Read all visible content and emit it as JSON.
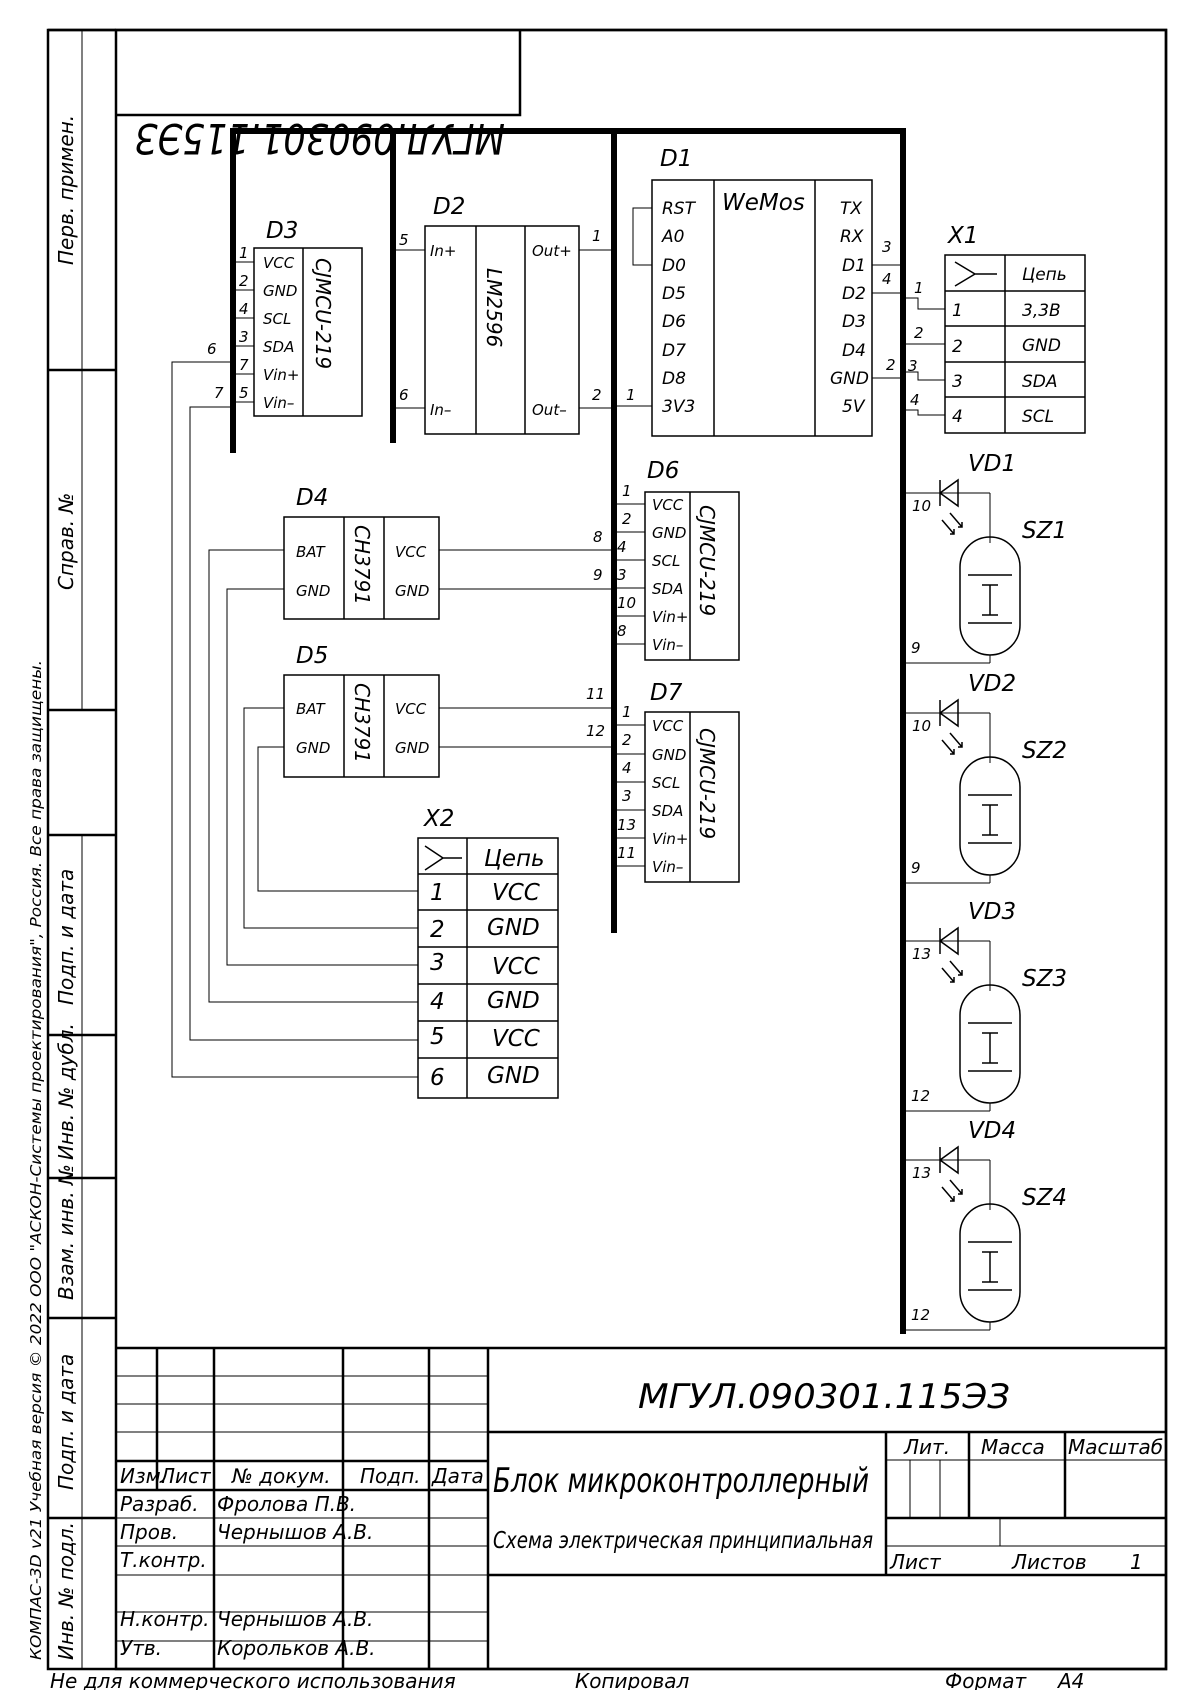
{
  "doc_code": "МГУЛ.090301.115ЭЗ",
  "doc_code_mirrored": "МГУЛ.090301.115ЭЗ",
  "title_main": "Блок микроконтроллерный",
  "title_sub": "Схема электрическая принципиальная",
  "side_labels": {
    "perv_primen": "Перв. примен.",
    "sprav_no": "Справ. №",
    "podp_data": "Подп. и дата",
    "inv_dubl": "Инв. № дубл.",
    "vzam_inv": "Взам. инв. №",
    "inv_podl": "Инв. № подл.",
    "copyright": "КОМПАС-3D v21 Учебная версия © 2022 ООО \"АСКОН-Системы проектирования\", Россия. Все права защищены."
  },
  "footer": {
    "noncommercial": "Не для коммерческого использования",
    "copied": "Копировал",
    "format_label": "Формат",
    "format_value": "А4"
  },
  "title_block": {
    "headers": [
      "Изм.",
      "Лист",
      "№ докум.",
      "Подп.",
      "Дата"
    ],
    "rows": [
      {
        "role": "Разраб.",
        "name": "Фролова П.В."
      },
      {
        "role": "Пров.",
        "name": "Чернышов А.В."
      },
      {
        "role": "Т.контр.",
        "name": ""
      },
      {
        "role": "",
        "name": ""
      },
      {
        "role": "Н.контр.",
        "name": "Чернышов А.В."
      },
      {
        "role": "Утв.",
        "name": "Корольков А.В."
      }
    ],
    "lit": "Лит.",
    "mass": "Масса",
    "scale": "Масштаб",
    "sheet": "Лист",
    "sheets": "Листов",
    "sheets_value": "1"
  },
  "components": {
    "D1": {
      "ref": "D1",
      "name": "WeMos",
      "left_pins": [
        "RST",
        "A0",
        "D0",
        "D5",
        "D6",
        "D7",
        "D8",
        "3V3"
      ],
      "right_pins": [
        "TX",
        "RX",
        "D1",
        "D2",
        "D3",
        "D4",
        "GND",
        "5V"
      ]
    },
    "D2": {
      "ref": "D2",
      "name": "LM2596",
      "left_pins": [
        "In+",
        "In–"
      ],
      "right_pins": [
        "Out+",
        "Out–"
      ]
    },
    "D3": {
      "ref": "D3",
      "name": "CJMCU-219",
      "pins": [
        "VCC",
        "GND",
        "SCL",
        "SDA",
        "Vin+",
        "Vin–"
      ]
    },
    "D4": {
      "ref": "D4",
      "name": "CH3791",
      "left_pins": [
        "BAT",
        "GND"
      ],
      "right_pins": [
        "VCC",
        "GND"
      ]
    },
    "D5": {
      "ref": "D5",
      "name": "CH3791",
      "left_pins": [
        "BAT",
        "GND"
      ],
      "right_pins": [
        "VCC",
        "GND"
      ]
    },
    "D6": {
      "ref": "D6",
      "name": "CJMCU-219",
      "pins": [
        "VCC",
        "GND",
        "SCL",
        "SDA",
        "Vin+",
        "Vin–"
      ]
    },
    "D7": {
      "ref": "D7",
      "name": "CJMCU-219",
      "pins": [
        "VCC",
        "GND",
        "SCL",
        "SDA",
        "Vin+",
        "Vin–"
      ]
    },
    "X1": {
      "ref": "X1",
      "header": "Цепь",
      "rows": [
        [
          "1",
          "3,3В"
        ],
        [
          "2",
          "GND"
        ],
        [
          "3",
          "SDA"
        ],
        [
          "4",
          "SCL"
        ]
      ]
    },
    "X2": {
      "ref": "X2",
      "header": "Цепь",
      "rows": [
        [
          "1",
          "VCC"
        ],
        [
          "2",
          "GND"
        ],
        [
          "3",
          "VCC"
        ],
        [
          "4",
          "GND"
        ],
        [
          "5",
          "VCC"
        ],
        [
          "6",
          "GND"
        ]
      ]
    },
    "VD": [
      "VD1",
      "VD2",
      "VD3",
      "VD4"
    ],
    "SZ": [
      "SZ1",
      "SZ2",
      "SZ3",
      "SZ4"
    ]
  },
  "wire_numbers": {
    "d3_pins": [
      "1",
      "2",
      "4",
      "3",
      "7",
      "5"
    ],
    "d3_left": [
      "6",
      "7"
    ],
    "d2_in_plus": "5",
    "d2_in_minus": "6",
    "d2_out_plus": "1",
    "d2_out_minus": "2",
    "d1_3v3": "1",
    "d1_d1": "3",
    "d1_d2": "4",
    "d1_gnd": "2",
    "x1_in": [
      "1",
      "2",
      "3",
      "4"
    ],
    "d6_pins": [
      "1",
      "2",
      "4",
      "3",
      "10",
      "8"
    ],
    "d7_pins": [
      "1",
      "2",
      "4",
      "3",
      "13",
      "11"
    ],
    "d4_out": [
      "8",
      "9"
    ],
    "d5_out": [
      "11",
      "12"
    ],
    "vd_top": [
      "10",
      "10",
      "13",
      "13"
    ],
    "sz_bottom": [
      "9",
      "9",
      "12",
      "12"
    ]
  }
}
